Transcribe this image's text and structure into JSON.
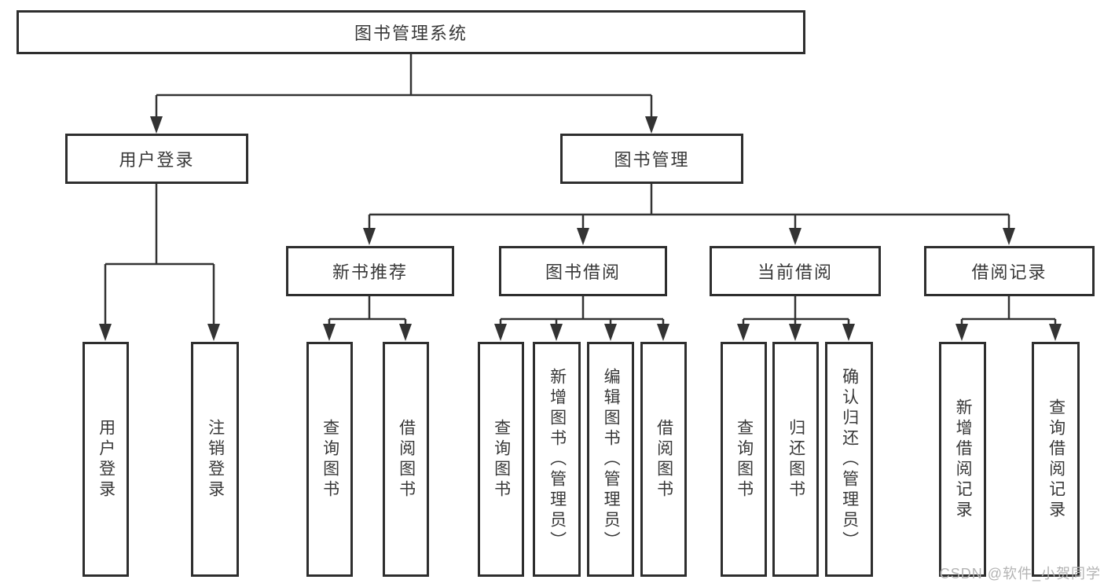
{
  "nodes": {
    "root": "图书管理系统",
    "user_login": "用户登录",
    "book_management": "图书管理",
    "new_book_recommend": "新书推荐",
    "book_borrow": "图书借阅",
    "current_borrow": "当前借阅",
    "borrow_records": "借阅记录",
    "login": "用户登录",
    "logout": "注销登录",
    "recommend_query_books": "查询图书",
    "recommend_borrow_books": "借阅图书",
    "borrow_query_books": "查询图书",
    "borrow_add_books": "新增图书（管理员）",
    "borrow_edit_books": "编辑图书（管理员）",
    "borrow_borrow_books": "借阅图书",
    "current_query_books": "查询图书",
    "current_return_books": "归还图书",
    "current_confirm_return": "确认归还（管理员）",
    "records_add_record": "新增借阅记录",
    "records_query_record": "查询借阅记录"
  },
  "watermark": "CSDN @软件_小贺同学",
  "colors": {
    "line": "#333333",
    "box_border": "#2e2e2e",
    "text": "#383838",
    "watermark": "#b3b3b3",
    "background": "#ffffff"
  }
}
